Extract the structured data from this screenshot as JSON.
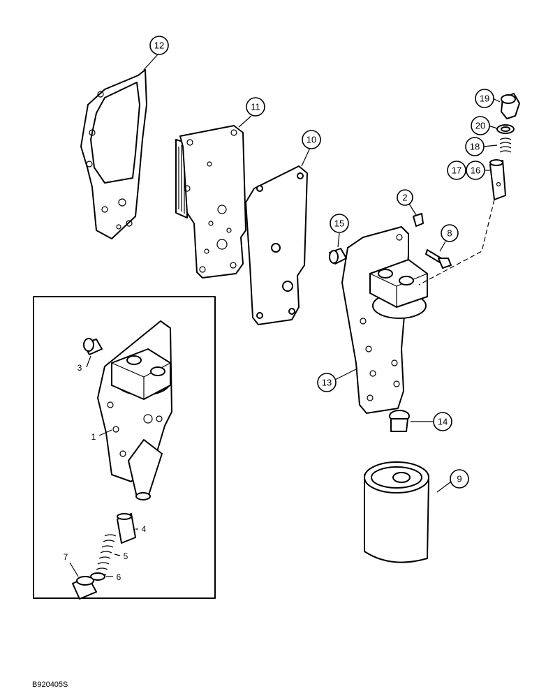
{
  "figure_ref": "B920405S",
  "callouts": [
    {
      "label": "1"
    },
    {
      "label": "2"
    },
    {
      "label": "3"
    },
    {
      "label": "4"
    },
    {
      "label": "5"
    },
    {
      "label": "6"
    },
    {
      "label": "7"
    },
    {
      "label": "8"
    },
    {
      "label": "9"
    },
    {
      "label": "10"
    },
    {
      "label": "11"
    },
    {
      "label": "12"
    },
    {
      "label": "13"
    },
    {
      "label": "14"
    },
    {
      "label": "15"
    },
    {
      "label": "16"
    },
    {
      "label": "17"
    },
    {
      "label": "18"
    },
    {
      "label": "19"
    },
    {
      "label": "20"
    }
  ]
}
